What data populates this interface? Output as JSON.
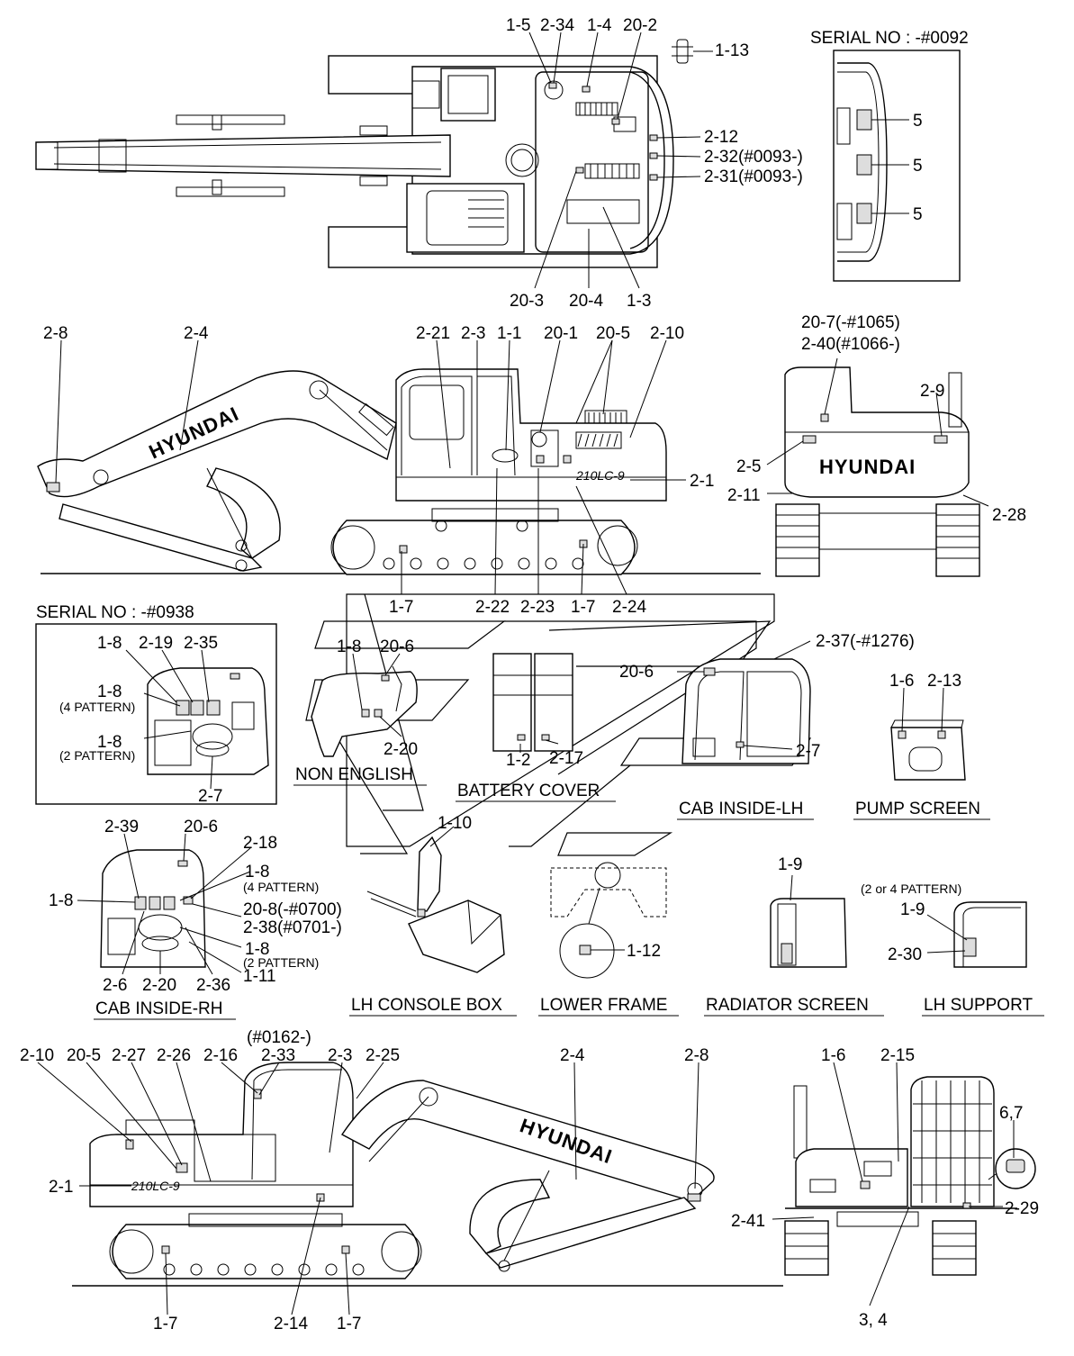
{
  "top_view": {
    "callouts": [
      "1-5",
      "2-34",
      "1-4",
      "20-2",
      "1-13",
      "2-12",
      "2-32(#0093-)",
      "2-31(#0093-)",
      "20-3",
      "20-4",
      "1-3"
    ],
    "serial_box": {
      "title": "SERIAL NO : -#0092",
      "callouts": [
        "5",
        "5",
        "5"
      ]
    }
  },
  "lh_side_view": {
    "callouts": [
      "2-8",
      "2-4",
      "2-21",
      "2-3",
      "1-1",
      "20-1",
      "20-5",
      "2-10",
      "2-1",
      "1-7",
      "2-22",
      "2-23",
      "1-7",
      "2-24"
    ],
    "model_badge": "210LC-9",
    "boom_brand": "HYUNDAI"
  },
  "rear_view": {
    "callouts": [
      "20-7(-#1065)",
      "2-40(#1066-)",
      "2-9",
      "2-5",
      "2-11",
      "2-28"
    ],
    "brand": "HYUNDAI"
  },
  "serial_box_0938": {
    "title": "SERIAL NO : -#0938",
    "callouts": [
      "1-8",
      "2-19",
      "2-35",
      "1-8",
      "(4 PATTERN)",
      "1-8",
      "(2 PATTERN)",
      "2-7"
    ]
  },
  "non_english": {
    "callouts": [
      "1-8",
      "20-6",
      "2-20"
    ],
    "caption": "NON ENGLISH"
  },
  "battery_cover": {
    "callouts": [
      "1-2",
      "2-17"
    ],
    "caption": "BATTERY COVER"
  },
  "cab_inside_lh": {
    "callouts": [
      "2-37(-#1276)",
      "20-6",
      "2-7"
    ],
    "caption": "CAB INSIDE-LH"
  },
  "pump_screen": {
    "callouts": [
      "1-6",
      "2-13"
    ],
    "caption": "PUMP SCREEN"
  },
  "cab_inside_rh": {
    "callouts": [
      "2-39",
      "20-6",
      "2-18",
      "1-8",
      "(4 PATTERN)",
      "1-8",
      "20-8(-#0700)",
      "2-38(#0701-)",
      "1-8",
      "(2 PATTERN)",
      "1-11",
      "2-6",
      "2-20",
      "2-36"
    ],
    "caption": "CAB INSIDE-RH"
  },
  "lh_console_box": {
    "callouts": [
      "1-10"
    ],
    "caption": "LH CONSOLE BOX"
  },
  "lower_frame": {
    "callouts": [
      "1-12"
    ],
    "caption": "LOWER FRAME"
  },
  "radiator_screen": {
    "callouts": [
      "1-9"
    ],
    "caption": "RADIATOR SCREEN"
  },
  "lh_support": {
    "callouts": [
      "(2 or 4 PATTERN)",
      "1-9",
      "2-30"
    ],
    "caption": "LH SUPPORT"
  },
  "rh_side_view": {
    "callouts": [
      "2-10",
      "20-5",
      "2-27",
      "2-26",
      "2-16",
      "(#0162-)",
      "2-33",
      "2-3",
      "2-25",
      "2-4",
      "2-8",
      "2-1",
      "1-7",
      "2-14",
      "1-7"
    ],
    "model_badge": "210LC-9",
    "boom_brand": "HYUNDAI"
  },
  "front_view": {
    "callouts": [
      "1-6",
      "2-15",
      "6,7",
      "2-29",
      "2-41",
      "3, 4"
    ]
  }
}
